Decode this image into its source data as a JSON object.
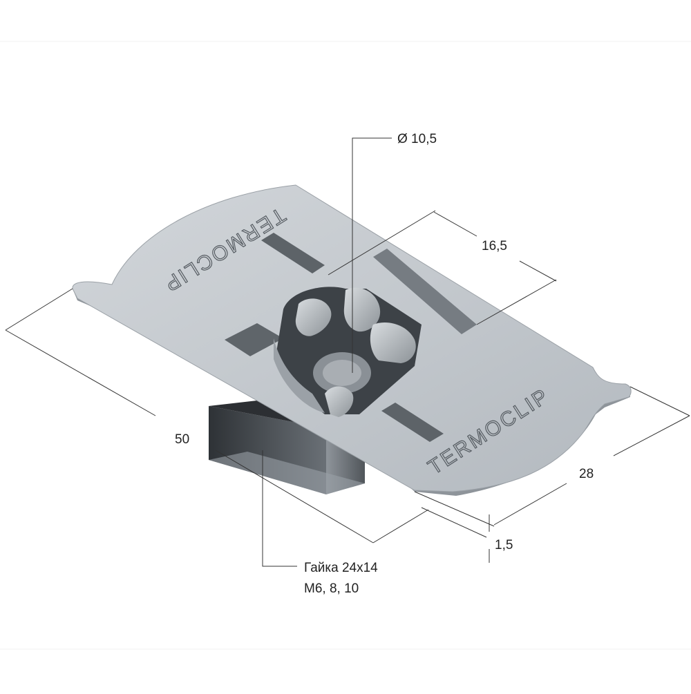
{
  "diagram": {
    "brand_marks": [
      "TERMOCLIP",
      "TERMOCLIP"
    ],
    "dimensions": {
      "hole_diameter": "Ø 10,5",
      "slot_width": "16,5",
      "length": "50",
      "width": "28",
      "thickness": "1,5"
    },
    "nut_callout": {
      "line1": "Гайка 24x14",
      "line2": "M6, 8, 10"
    },
    "colors": {
      "plate": "#c4c9ce",
      "plate_edge": "#8e949a",
      "nut": "#5b6066",
      "background": "#ffffff"
    }
  }
}
